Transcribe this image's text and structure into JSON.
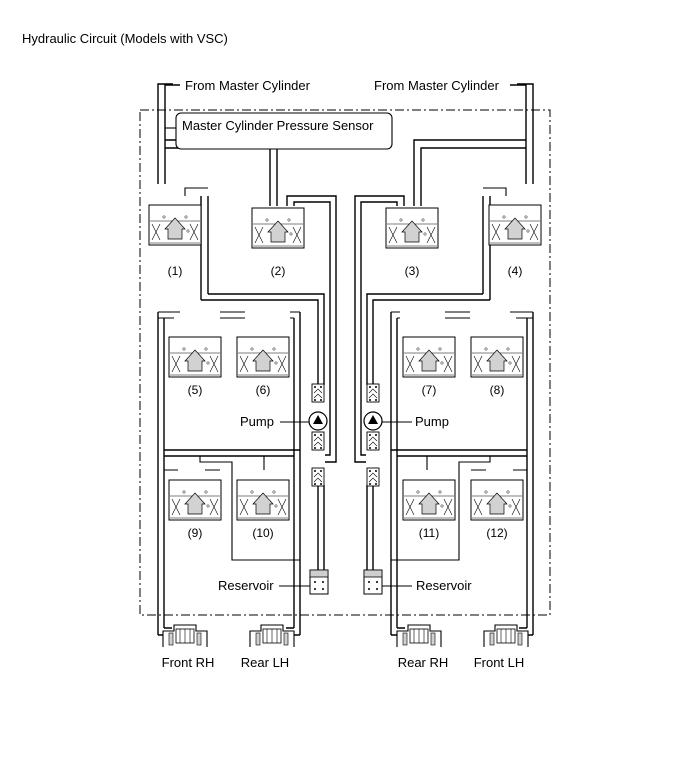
{
  "title": "Hydraulic Circuit (Models with VSC)",
  "labels": {
    "from_master_left": "From Master Cylinder",
    "from_master_right": "From Master Cylinder",
    "sensor": "Master Cylinder Pressure Sensor",
    "pump_left": "Pump",
    "pump_right": "Pump",
    "reservoir_left": "Reservoir",
    "reservoir_right": "Reservoir",
    "front_rh": "Front RH",
    "rear_lh": "Rear LH",
    "rear_rh": "Rear RH",
    "front_lh": "Front LH"
  },
  "valves": [
    "(1)",
    "(2)",
    "(3)",
    "(4)",
    "(5)",
    "(6)",
    "(7)",
    "(8)",
    "(9)",
    "(10)",
    "(11)",
    "(12)"
  ]
}
